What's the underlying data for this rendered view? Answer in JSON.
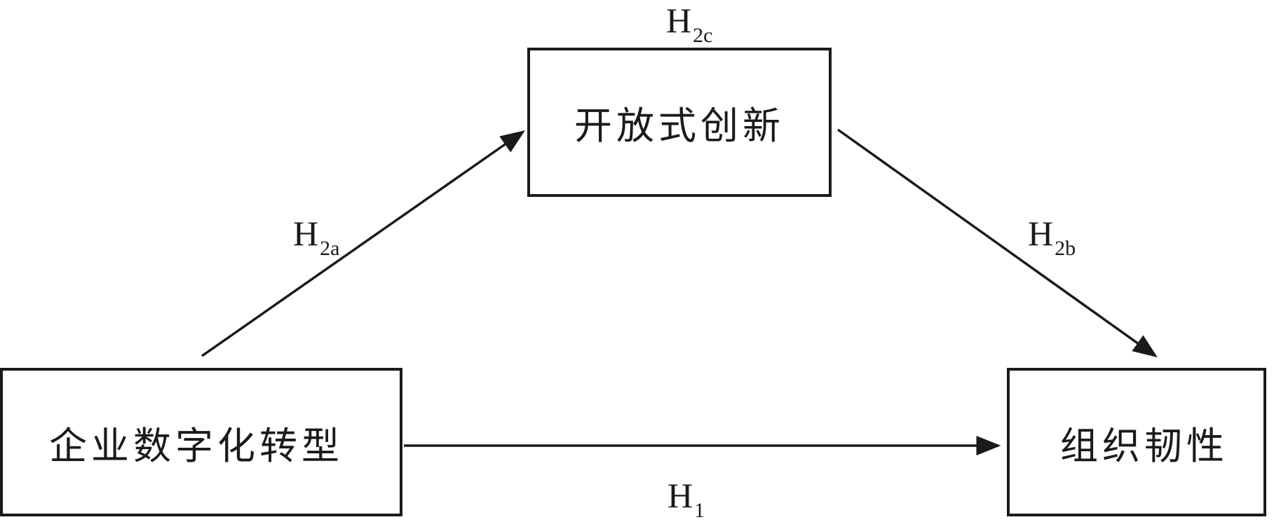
{
  "diagram": {
    "nodes": {
      "mediator": {
        "label": "开放式创新"
      },
      "independent": {
        "label": "企业数字化转型"
      },
      "dependent": {
        "label": "组织韧性"
      }
    },
    "hypotheses": {
      "h2c": {
        "main": "H",
        "sub": "2c"
      },
      "h2a": {
        "main": "H",
        "sub": "2a"
      },
      "h2b": {
        "main": "H",
        "sub": "2b"
      },
      "h1": {
        "main": "H",
        "sub": "1"
      }
    },
    "edges": [
      {
        "from": "independent",
        "to": "mediator",
        "hypothesis": "H2a"
      },
      {
        "from": "mediator",
        "to": "dependent",
        "hypothesis": "H2b"
      },
      {
        "from": "independent",
        "to": "dependent",
        "hypothesis": "H1"
      }
    ],
    "colors": {
      "stroke": "#1a1a1a",
      "background": "#ffffff"
    }
  }
}
